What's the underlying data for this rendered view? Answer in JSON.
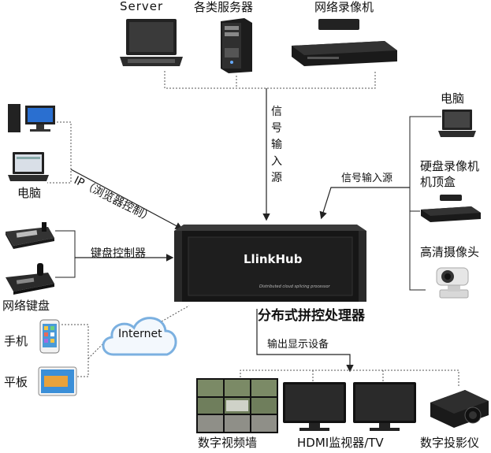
{
  "labels": {
    "server": "Server",
    "servers_cn": "各类服务器",
    "nvr_top": "网络录像机",
    "signal_input_vertical": "信号输入源",
    "pc_right": "电脑",
    "hdd_recorder_line1": "硬盘录像机",
    "hdd_recorder_line2": "机顶盒",
    "hd_camera": "高清摄像头",
    "signal_input_right": "信号输入源",
    "pc_left": "电脑",
    "ip_browser": "IP（浏览器控制）",
    "keyboard_control": "键盘控制器",
    "network_keyboard": "网络键盘",
    "internet": "Internet",
    "phone": "手机",
    "tablet": "平板",
    "processor_title": "分布式拼控处理器",
    "output_devices": "输出显示设备",
    "video_wall": "数字视频墙",
    "hdmi_monitor": "HDMI监视器/TV",
    "projector": "数字投影仪"
  },
  "device": {
    "brand": "LlinkHub",
    "subtitle": "Distributed cloud splicing processor"
  }
}
